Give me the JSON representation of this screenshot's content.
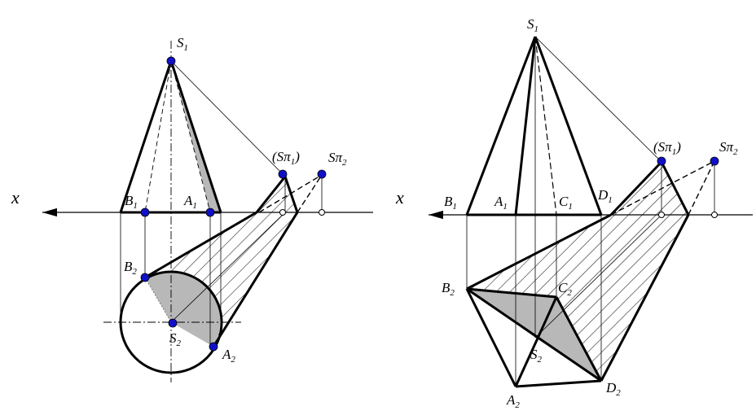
{
  "left": {
    "axis_label": "x",
    "S1": {
      "base": "S",
      "sub": "1"
    },
    "B1": {
      "base": "B",
      "sub": "1"
    },
    "A1": {
      "base": "A",
      "sub": "1"
    },
    "Spi1": {
      "base": "(Sπ",
      "sub": "1",
      "tail": ")"
    },
    "Spi2": {
      "base": "Sπ",
      "sub": "2"
    },
    "B2": {
      "base": "B",
      "sub": "2"
    },
    "S2": {
      "base": "S",
      "sub": "2"
    },
    "A2": {
      "base": "A",
      "sub": "2"
    }
  },
  "right": {
    "axis_label": "x",
    "S1": {
      "base": "S",
      "sub": "1"
    },
    "B1": {
      "base": "B",
      "sub": "1"
    },
    "A1": {
      "base": "A",
      "sub": "1"
    },
    "C1": {
      "base": "C",
      "sub": "1"
    },
    "D1": {
      "base": "D",
      "sub": "1"
    },
    "Spi1": {
      "base": "(Sπ",
      "sub": "1",
      "tail": ")"
    },
    "Spi2": {
      "base": "Sπ",
      "sub": "2"
    },
    "B2": {
      "base": "B",
      "sub": "2"
    },
    "C2": {
      "base": "C",
      "sub": "2"
    },
    "S2": {
      "base": "S",
      "sub": "2"
    },
    "A2": {
      "base": "A",
      "sub": "2"
    },
    "D2": {
      "base": "D",
      "sub": "2"
    }
  },
  "colors": {
    "line": "#000000",
    "shade": "#b8b8b8",
    "point": "#1010c8"
  }
}
